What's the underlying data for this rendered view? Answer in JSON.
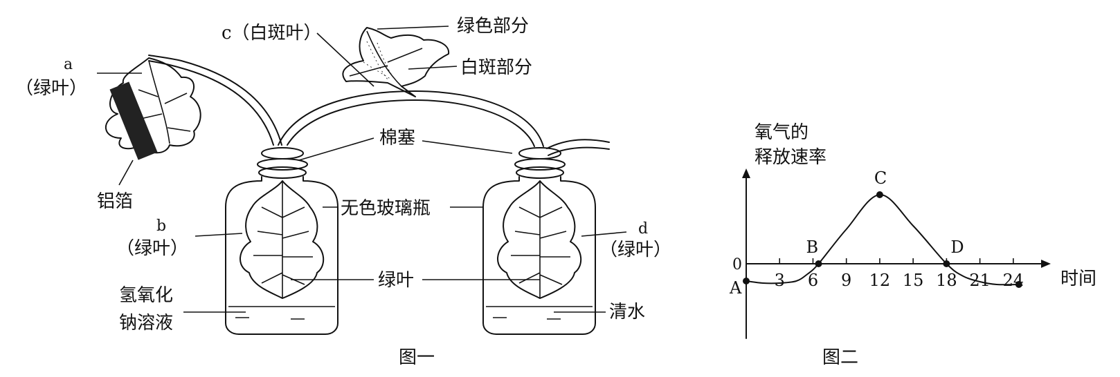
{
  "figure1": {
    "caption": "图一",
    "labels": {
      "a_letter": "a",
      "a_text": "（绿叶）",
      "foil": "铝箔",
      "b_letter": "b",
      "b_text": "（绿叶）",
      "c_text": "c（白斑叶）",
      "green_part": "绿色部分",
      "white_part": "白斑部分",
      "cotton_plug": "棉塞",
      "bottle": "无色玻璃瓶",
      "green_leaf": "绿叶",
      "naoh_line1": "氢氧化",
      "naoh_line2": "钠溶液",
      "water": "清水",
      "d_letter": "d",
      "d_text": "（绿叶）"
    }
  },
  "figure2": {
    "caption": "图二",
    "chart_data": {
      "type": "line",
      "ylabel_line1": "氧气的",
      "ylabel_line2": "释放速率",
      "xlabel": "时间",
      "y_zero_label": "0",
      "x_ticks": [
        "3",
        "6",
        "9",
        "12",
        "15",
        "18",
        "21",
        "24"
      ],
      "xlim": [
        0,
        26
      ],
      "points": [
        {
          "label": "A",
          "x": 0,
          "y": -0.25
        },
        {
          "label": "B",
          "x": 6.5,
          "y": 0
        },
        {
          "label": "C",
          "x": 12,
          "y": 1
        },
        {
          "label": "D",
          "x": 18,
          "y": 0
        },
        {
          "label": "",
          "x": 24.5,
          "y": -0.3
        }
      ],
      "curve": [
        {
          "x": 0,
          "y": -0.25
        },
        {
          "x": 1.5,
          "y": -0.28
        },
        {
          "x": 3,
          "y": -0.28
        },
        {
          "x": 4.5,
          "y": -0.25
        },
        {
          "x": 5.5,
          "y": -0.15
        },
        {
          "x": 6.5,
          "y": 0
        },
        {
          "x": 9,
          "y": 0.5
        },
        {
          "x": 12,
          "y": 1
        },
        {
          "x": 15,
          "y": 0.55
        },
        {
          "x": 18,
          "y": 0
        },
        {
          "x": 19.5,
          "y": -0.18
        },
        {
          "x": 21,
          "y": -0.26
        },
        {
          "x": 22.5,
          "y": -0.3
        },
        {
          "x": 24.5,
          "y": -0.3
        }
      ]
    }
  }
}
